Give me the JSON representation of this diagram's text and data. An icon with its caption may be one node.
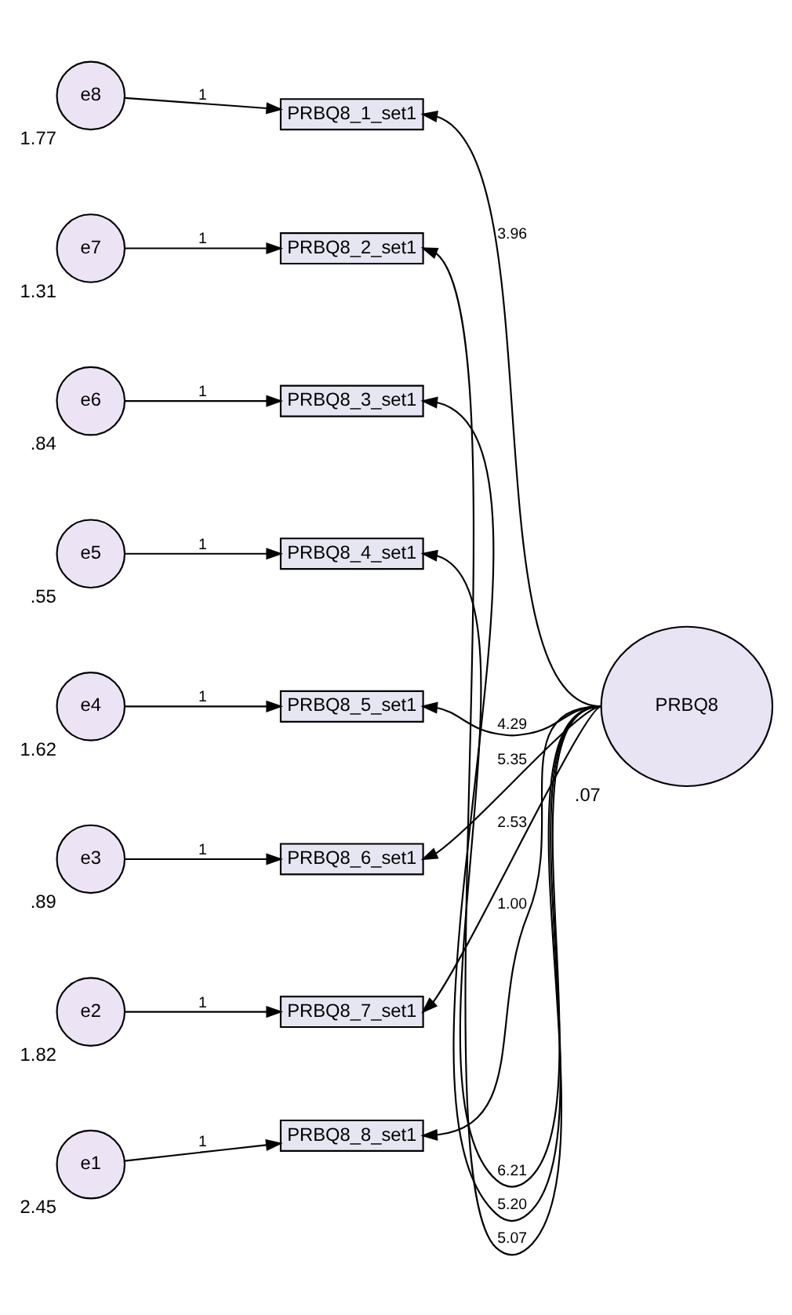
{
  "diagram": {
    "nodes": [
      {
        "text": [
          "e8"
        ],
        "beside": [
          "1.77"
        ]
      },
      {
        "text": [
          "PRBQ8_1_set1"
        ]
      },
      {
        "text": [
          "e7"
        ],
        "beside": [
          "1.31"
        ]
      },
      {
        "text": [
          "PRBQ8_2_set1"
        ]
      },
      {
        "text": [
          "e6"
        ],
        "beside": [
          ".84"
        ]
      },
      {
        "text": [
          "PRBQ8_3_set1"
        ]
      },
      {
        "text": [
          "e5"
        ],
        "beside": [
          ".55"
        ]
      },
      {
        "text": [
          "PRBQ8_4_set1"
        ]
      },
      {
        "text": [
          "e4"
        ],
        "beside": [
          "1.62"
        ]
      },
      {
        "text": [
          "PRBQ8_5_set1"
        ]
      },
      {
        "text": [
          "e3"
        ],
        "beside": [
          ".89"
        ]
      },
      {
        "text": [
          "PRBQ8_6_set1"
        ]
      },
      {
        "text": [
          "e2"
        ],
        "beside": [
          "1.82"
        ]
      },
      {
        "text": [
          "PRBQ8_7_set1"
        ]
      },
      {
        "text": [
          "e1"
        ],
        "beside": [
          "2.45"
        ]
      },
      {
        "text": [
          "PRBQ8_8_set1"
        ]
      },
      {
        "text": [
          "PRBQ8"
        ],
        "beside": [
          ".07"
        ]
      }
    ],
    "edges": [
      {
        "from": 0,
        "to": 1,
        "arrow": "to",
        "label": "1"
      },
      {
        "from": 2,
        "to": 3,
        "arrow": "to",
        "label": "1"
      },
      {
        "from": 4,
        "to": 5,
        "arrow": "to",
        "label": "1"
      },
      {
        "from": 6,
        "to": 7,
        "arrow": "to",
        "label": "1"
      },
      {
        "from": 8,
        "to": 9,
        "arrow": "to",
        "label": "1"
      },
      {
        "from": 10,
        "to": 11,
        "arrow": "to",
        "label": "1"
      },
      {
        "from": 12,
        "to": 13,
        "arrow": "to",
        "label": "1"
      },
      {
        "from": 14,
        "to": 15,
        "arrow": "to",
        "label": "1"
      },
      {
        "from": 16,
        "to": 1,
        "arrow": "to",
        "label": "3.96"
      },
      {
        "from": 16,
        "to": 3,
        "arrow": "to",
        "label": "5.07"
      },
      {
        "from": 16,
        "to": 5,
        "arrow": "to",
        "label": "5.20"
      },
      {
        "from": 16,
        "to": 7,
        "arrow": "to",
        "label": "6.21"
      },
      {
        "from": 16,
        "to": 9,
        "arrow": "to",
        "label": "4.29"
      },
      {
        "from": 16,
        "to": 11,
        "arrow": "to",
        "label": "5.35"
      },
      {
        "from": 16,
        "to": 13,
        "arrow": "to",
        "label": "2.53"
      },
      {
        "from": 16,
        "to": 15,
        "arrow": "to",
        "label": "1.00"
      }
    ]
  }
}
